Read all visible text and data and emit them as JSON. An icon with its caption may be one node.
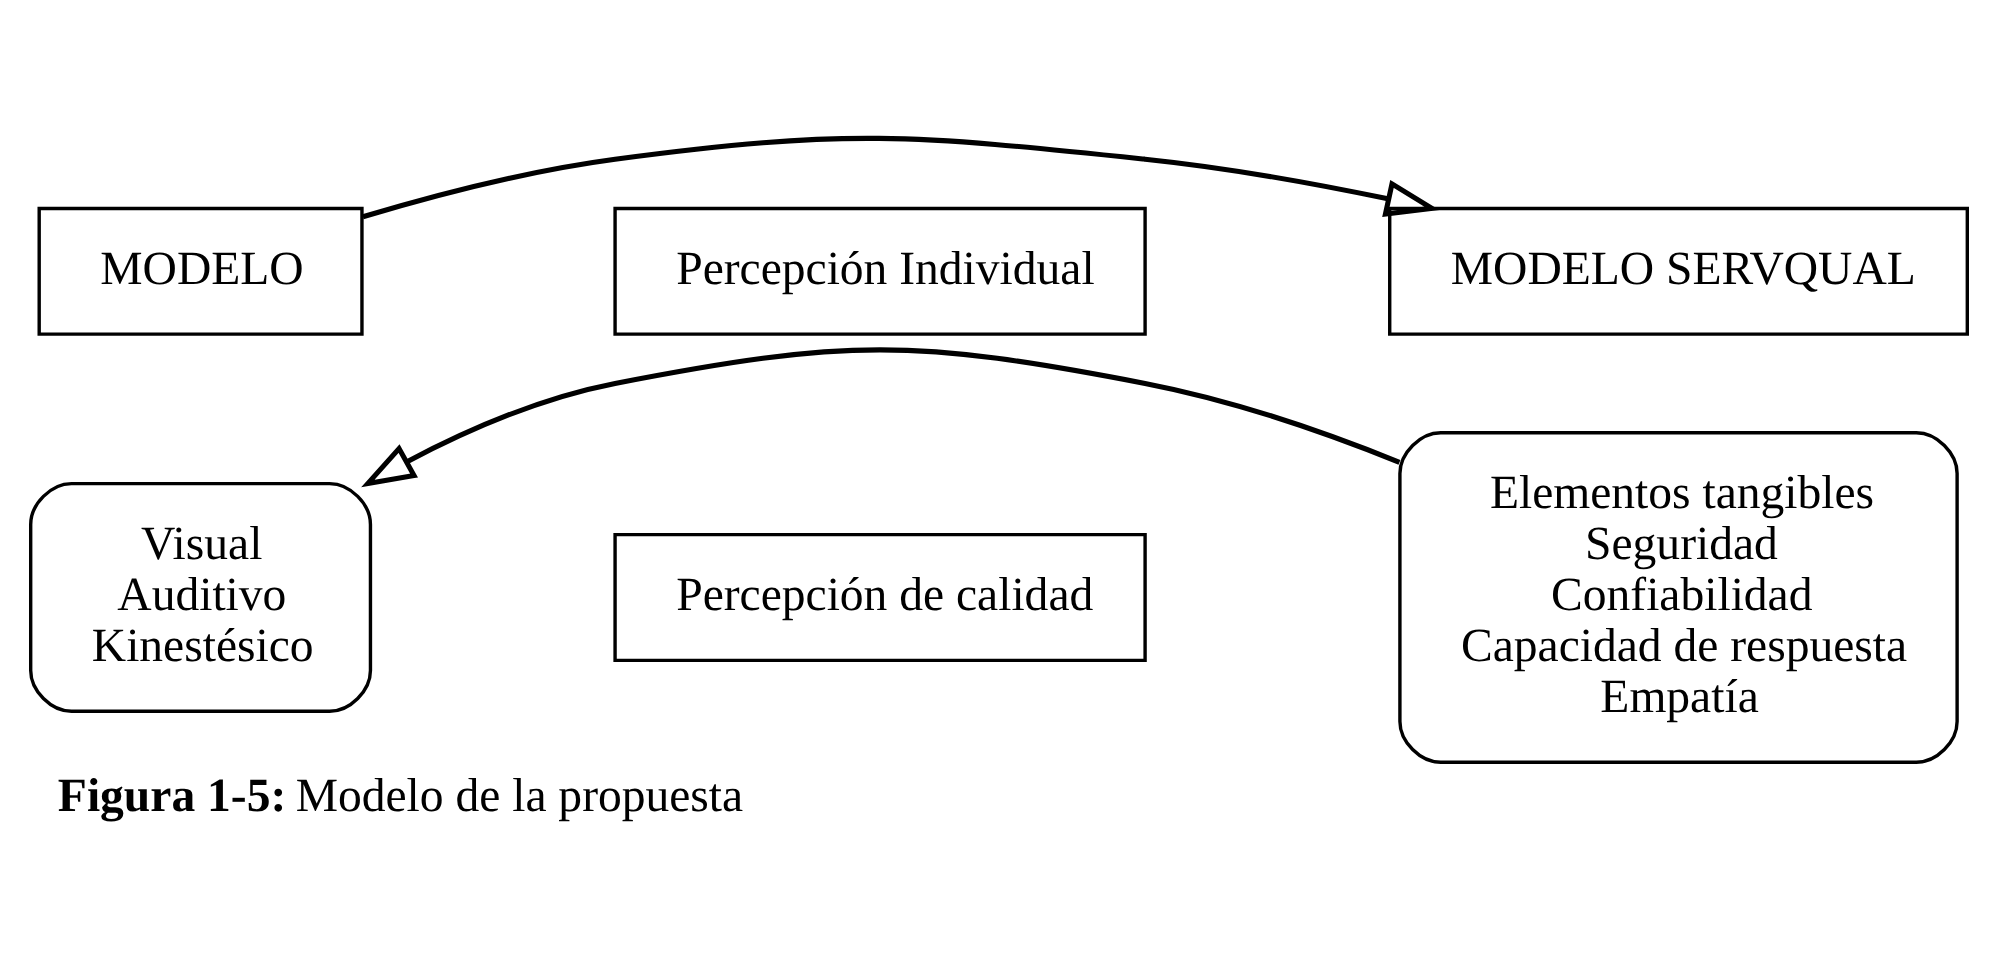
{
  "diagram": {
    "caption": "**Figura 1-5:** Modelo de la propuesta",
    "nodes": [
      {
        "text": [
          "MODELO"
        ]
      },
      {
        "text": [
          "Visual",
          "Auditivo",
          "Kinestésico"
        ]
      },
      {
        "text": [
          "Percepción Individual"
        ]
      },
      {
        "text": [
          "Percepción de calidad"
        ]
      },
      {
        "text": [
          "MODELO SERVQUAL"
        ]
      },
      {
        "text": [
          "Elementos tangibles",
          "Seguridad",
          "Confiabilidad",
          "Capacidad de respuesta",
          "Empatía"
        ]
      }
    ],
    "edges": [
      {
        "from": 0,
        "to": 4,
        "arrow": "to"
      },
      {
        "from": 5,
        "to": 1,
        "arrow": "to"
      }
    ]
  }
}
